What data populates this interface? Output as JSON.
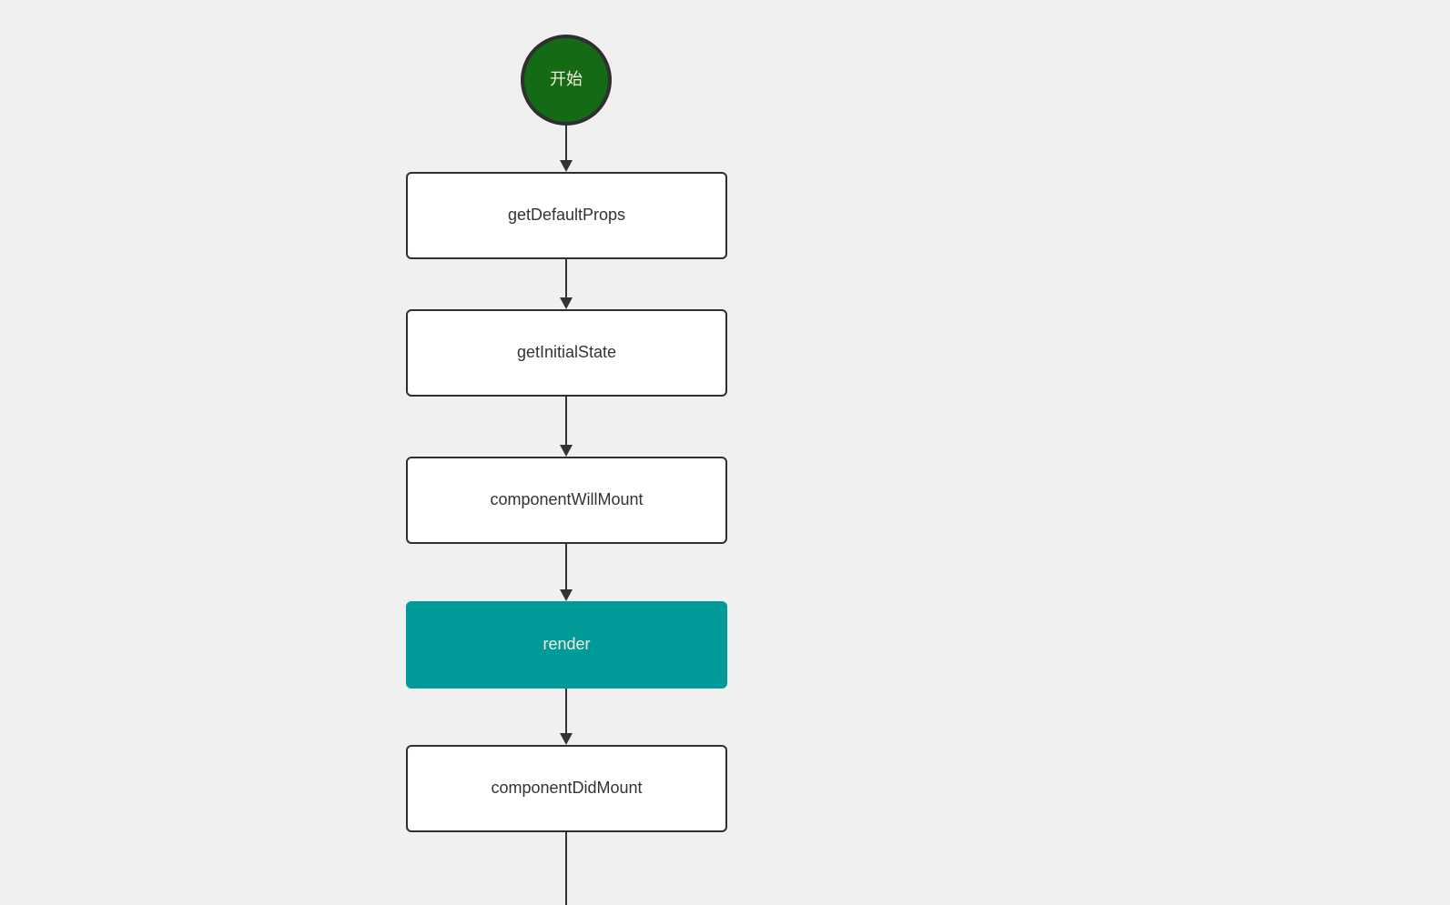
{
  "canvas": {
    "background_color": "#f0f0f0"
  },
  "diagram": {
    "type": "flowchart",
    "direction": "top-to-bottom",
    "connector_color": "#333333",
    "nodes": [
      {
        "id": "start",
        "shape": "circle",
        "label": "开始",
        "fill": "#156b15",
        "text_color": "#f3eedd",
        "border_color": "#2f2f2f"
      },
      {
        "id": "getDefaultProps",
        "shape": "rounded-rect",
        "label": "getDefaultProps",
        "fill": "#ffffff",
        "text_color": "#333333",
        "border_color": "#2f2f2f"
      },
      {
        "id": "getInitialState",
        "shape": "rounded-rect",
        "label": "getInitialState",
        "fill": "#ffffff",
        "text_color": "#333333",
        "border_color": "#2f2f2f"
      },
      {
        "id": "componentWillMount",
        "shape": "rounded-rect",
        "label": "componentWillMount",
        "fill": "#ffffff",
        "text_color": "#333333",
        "border_color": "#2f2f2f"
      },
      {
        "id": "render",
        "shape": "rounded-rect",
        "label": "render",
        "fill": "#009a99",
        "text_color": "#f3eedd",
        "border_color": "#009a99"
      },
      {
        "id": "componentDidMount",
        "shape": "rounded-rect",
        "label": "componentDidMount",
        "fill": "#ffffff",
        "text_color": "#333333",
        "border_color": "#2f2f2f"
      }
    ],
    "edges": [
      {
        "from": "start",
        "to": "getDefaultProps",
        "arrowhead": true
      },
      {
        "from": "getDefaultProps",
        "to": "getInitialState",
        "arrowhead": true
      },
      {
        "from": "getInitialState",
        "to": "componentWillMount",
        "arrowhead": true
      },
      {
        "from": "componentWillMount",
        "to": "render",
        "arrowhead": true
      },
      {
        "from": "render",
        "to": "componentDidMount",
        "arrowhead": true
      },
      {
        "from": "componentDidMount",
        "to": "continues-below-viewport",
        "arrowhead": false
      }
    ]
  }
}
